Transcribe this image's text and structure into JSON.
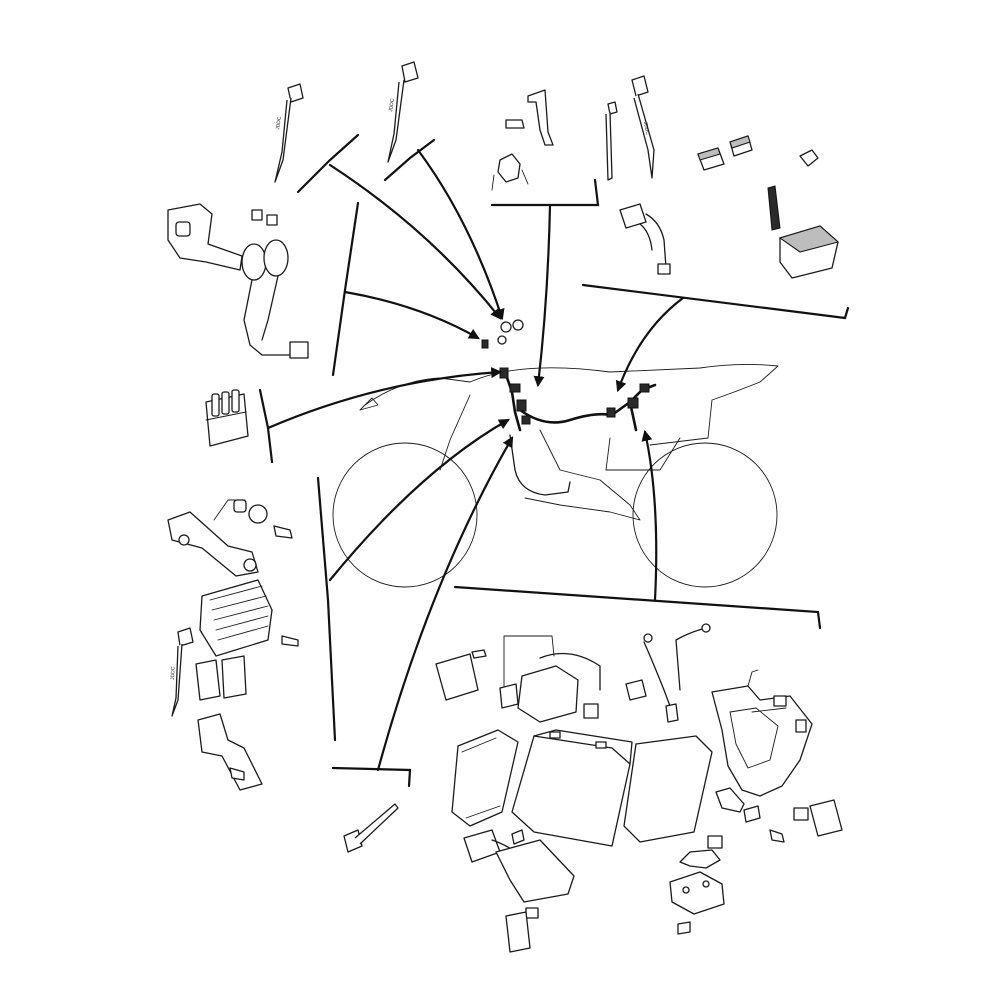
{
  "figure": {
    "type": "exploded-parts-diagram",
    "subject": "motorcycle electrical components and wire harness",
    "line_color": "#1a1a1a",
    "background": "#ffffff",
    "tie_band_print": "JDDC"
  }
}
